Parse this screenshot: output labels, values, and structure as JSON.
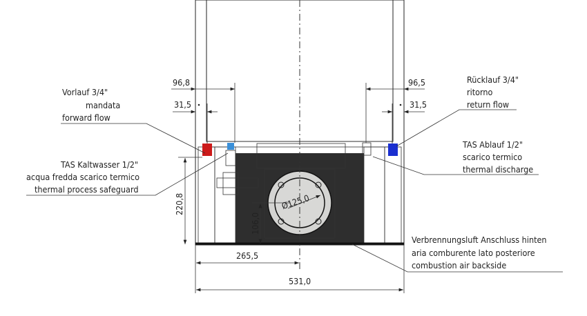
{
  "dimensions": {
    "left_outer": "96,8",
    "left_inner": "31,5",
    "right_outer": "96,5",
    "right_inner": "31,5",
    "height": "220,8",
    "half_width": "265,5",
    "width": "531,0",
    "flue_diameter": "Ø125,0",
    "flue_height": "106,0"
  },
  "labels": {
    "forward": [
      "Vorlauf 3/4\"",
      "mandata",
      "forward flow"
    ],
    "cold_water": [
      "TAS Kaltwasser 1/2\"",
      "acqua fredda scarico termico",
      "thermal process safeguard"
    ],
    "return": [
      "Rücklauf 3/4\"",
      "ritorno",
      "return flow"
    ],
    "discharge": [
      "TAS Ablauf 1/2\"",
      "scarico termico",
      "thermal discharge"
    ],
    "combustion": [
      "Verbrennungsluft Anschluss hinten",
      "aria comburente lato posteriore",
      "combustion air backside"
    ]
  },
  "colors": {
    "forward": "#cc1a1a",
    "return": "#1a2fd0",
    "fitting": "#3a8fd8",
    "brass": "#b8903a",
    "dark": "#2e2e2e",
    "panel": "#c9c9c7"
  }
}
